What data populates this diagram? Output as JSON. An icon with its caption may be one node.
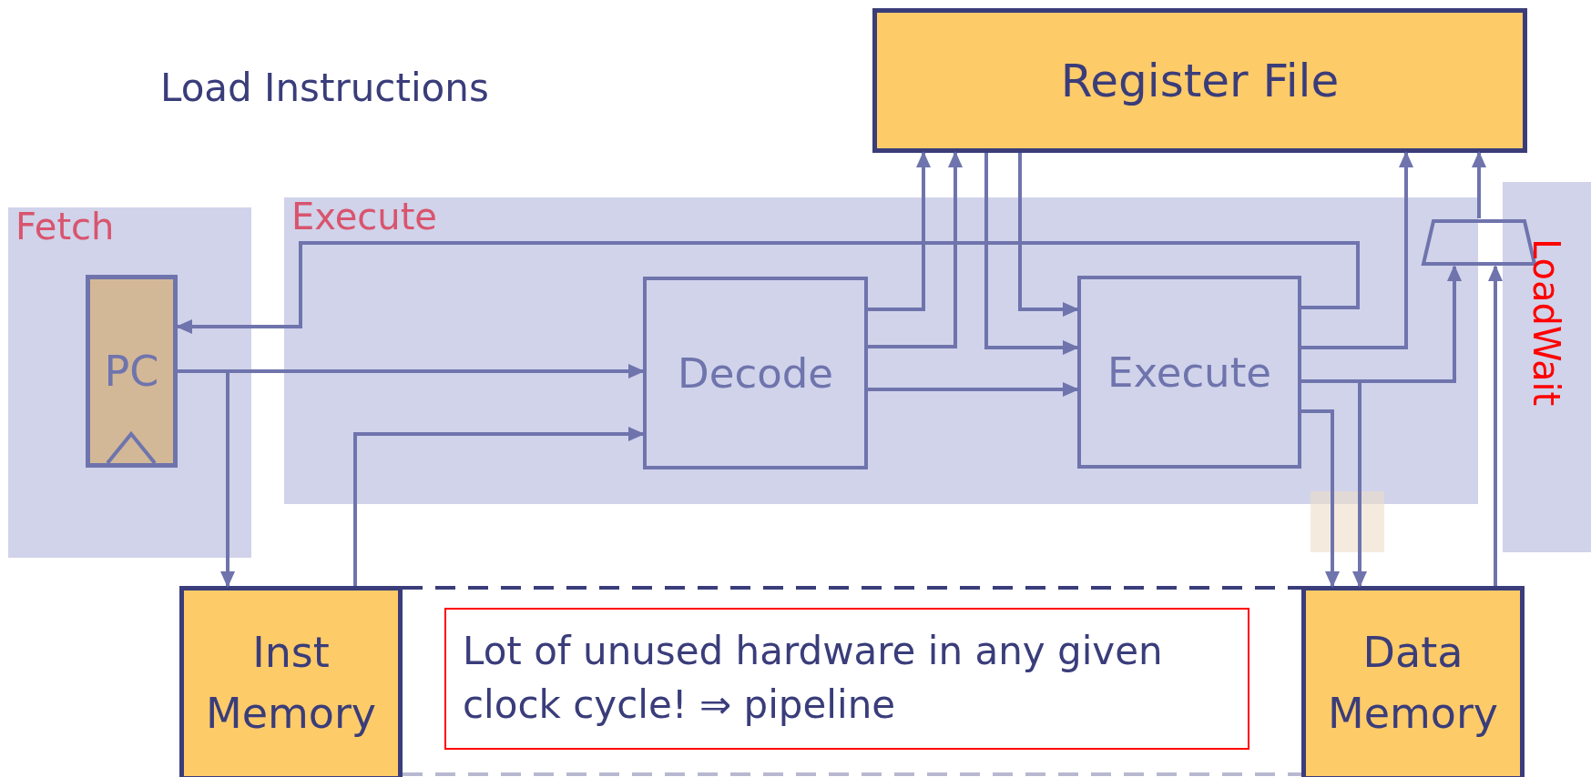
{
  "diagram": {
    "nodes": [
      {
        "text": [
          "Fetch"
        ]
      },
      {
        "text": [
          "Execute"
        ]
      },
      {
        "text": [
          "LoadWait"
        ]
      },
      {
        "text": [
          "PC"
        ],
        "in": 0
      },
      {
        "text": [
          "Decode"
        ],
        "in": 1
      },
      {
        "text": [
          "Execute"
        ],
        "in": 1
      },
      {
        "text": [
          "Register File"
        ]
      },
      {
        "text": [
          "Inst Memory"
        ]
      },
      {
        "text": [
          "Data Memory"
        ]
      },
      {
        "text": [
          "Lot of unused hardware in any given clock cycle! ⇒ pipeline"
        ]
      },
      {
        "text": [],
        "shape": "trapezoid"
      }
    ],
    "edges": [
      {
        "from": 5,
        "to": 3,
        "arrow": "to"
      },
      {
        "from": 3,
        "to": 4,
        "arrow": "to"
      },
      {
        "from": 3,
        "to": 7,
        "arrow": "to"
      },
      {
        "from": 7,
        "to": 4,
        "arrow": "to"
      },
      {
        "from": 4,
        "to": 6,
        "arrow": "to"
      },
      {
        "from": 4,
        "to": 6,
        "arrow": "to"
      },
      {
        "from": 4,
        "to": 5,
        "arrow": "to"
      },
      {
        "from": 6,
        "to": 5,
        "arrow": "to"
      },
      {
        "from": 6,
        "to": 5,
        "arrow": "to"
      },
      {
        "from": 5,
        "to": 6,
        "arrow": "to"
      },
      {
        "from": 5,
        "to": 10,
        "arrow": "to"
      },
      {
        "from": 5,
        "to": 8,
        "arrow": "to"
      },
      {
        "from": 5,
        "to": 8,
        "arrow": "to"
      },
      {
        "from": 8,
        "to": 10,
        "arrow": "to"
      },
      {
        "from": 10,
        "to": 6,
        "arrow": "to"
      },
      {
        "from": 7,
        "to": 8,
        "arrow": "none",
        "style": "dashed"
      },
      {
        "from": 7,
        "to": 8,
        "arrow": "none",
        "style": "dashed",
        "color": "#b8b9d0"
      }
    ],
    "labels": [
      "Load Instructions"
    ]
  }
}
